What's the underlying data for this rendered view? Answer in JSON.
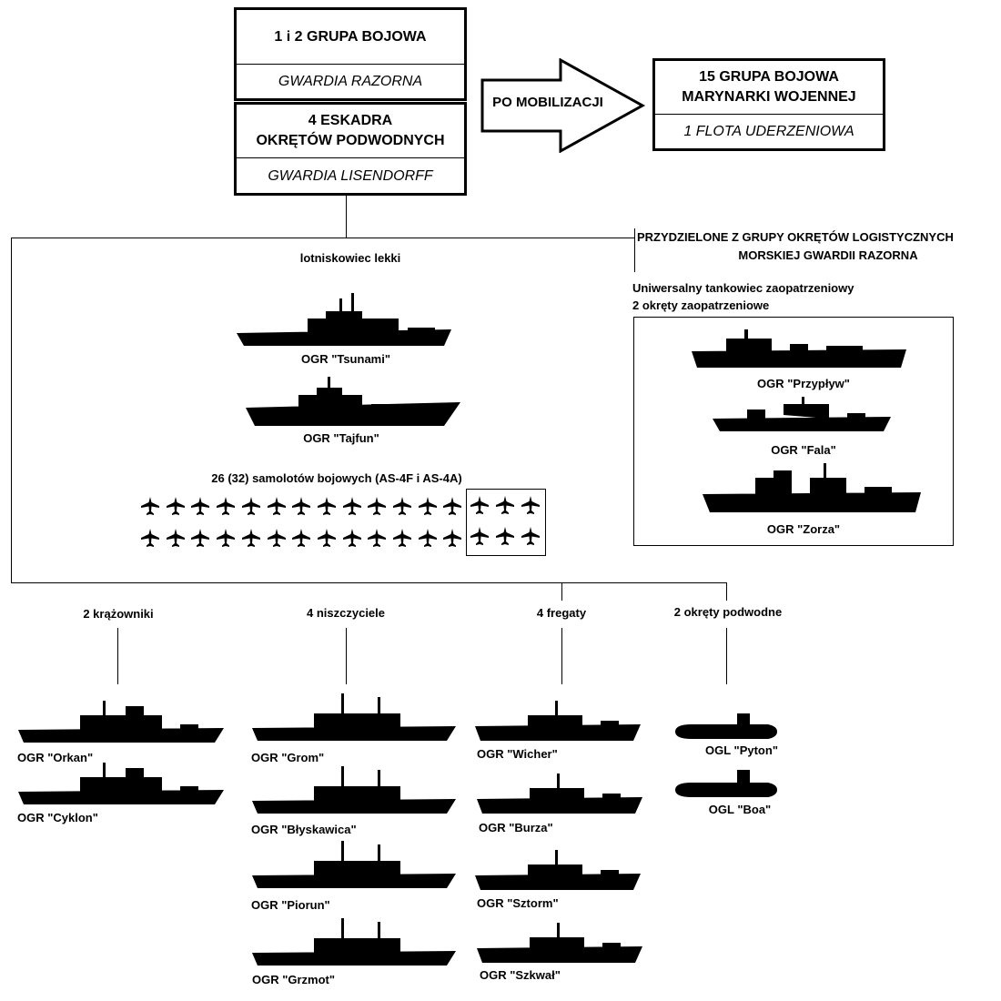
{
  "header": {
    "group_box": {
      "title": "1 i 2 GRUPA BOJOWA",
      "subtitle": "GWARDIA RAZORNA"
    },
    "squadron_box": {
      "title_line1": "4 ESKADRA",
      "title_line2": "OKRĘTÓW PODWODNYCH",
      "subtitle": "GWARDIA LISENDORFF"
    },
    "arrow_label": "PO MOBILIZACJI",
    "fleet_box": {
      "title_line1": "15 GRUPA BOJOWA",
      "title_line2": "MARYNARKI WOJENNEJ",
      "subtitle": "1 FLOTA UDERZENIOWA"
    }
  },
  "carriers": {
    "label": "lotniskowiec lekki",
    "ships": [
      "OGR \"Tsunami\"",
      "OGR \"Tajfun\""
    ]
  },
  "aircraft": {
    "label": "26 (32) samolotów bojowych (AS-4F i AS-4A)",
    "main_count": 26,
    "reserve_count": 6
  },
  "logistics": {
    "heading_line1": "PRZYDZIELONE Z GRUPY OKRĘTÓW LOGISTYCZNYCH",
    "heading_line2": "MORSKIEJ GWARDII RAZORNA",
    "desc_line1": "Uniwersalny tankowiec zaopatrzeniowy",
    "desc_line2": "2 okręty zaopatrzeniowe",
    "ships": [
      "OGR \"Przypływ\"",
      "OGR \"Fala\"",
      "OGR \"Zorza\""
    ]
  },
  "cruisers": {
    "label": "2 krążowniki",
    "ships": [
      "OGR \"Orkan\"",
      "OGR \"Cyklon\""
    ]
  },
  "destroyers": {
    "label": "4 niszczyciele",
    "ships": [
      "OGR \"Grom\"",
      "OGR \"Błyskawica\"",
      "OGR \"Piorun\"",
      "OGR \"Grzmot\""
    ]
  },
  "frigates": {
    "label": "4 fregaty",
    "ships": [
      "OGR \"Wicher\"",
      "OGR \"Burza\"",
      "OGR \"Sztorm\"",
      "OGR \"Szkwał\""
    ]
  },
  "submarines": {
    "label": "2 okręty podwodne",
    "ships": [
      "OGL \"Pyton\"",
      "OGL \"Boa\""
    ]
  }
}
